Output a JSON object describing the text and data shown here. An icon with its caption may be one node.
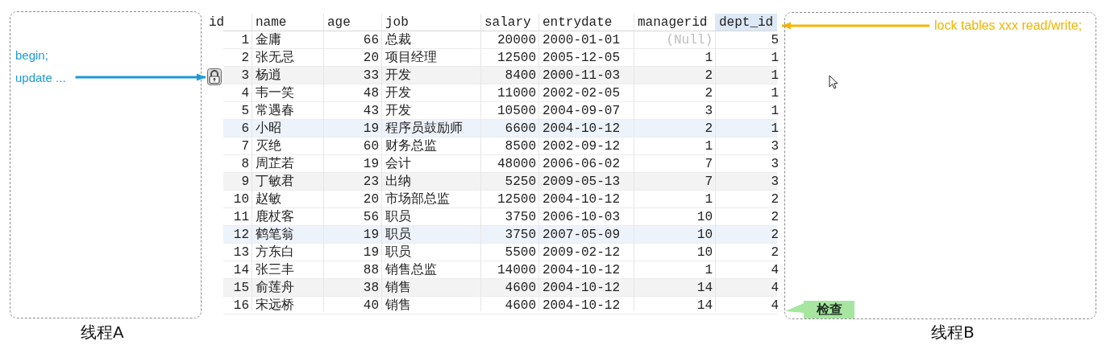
{
  "diagram": {
    "nodes": [
      {
        "text": [
          "线程A"
        ]
      },
      {
        "text": [
          "begin;",
          "update ..."
        ],
        "in": 0
      },
      {
        "text": [],
        "shape": "table"
      },
      {
        "text": [
          "线程B"
        ]
      },
      {
        "text": [
          "lock tables xxx read/write;"
        ],
        "in": 3
      },
      {
        "text": [
          "检查"
        ],
        "in": 3
      }
    ],
    "edges": [
      {
        "from": 1,
        "to": 2,
        "arrow": "to",
        "color": "#1b9ad6"
      },
      {
        "from": 4,
        "to": 2,
        "arrow": "to",
        "color": "#f2b705"
      }
    ],
    "labels": [
      "id",
      "name",
      "age",
      "job",
      "salary",
      "entrydate",
      "managerid",
      "dept_id",
      "1",
      "金庸",
      "66",
      "总裁",
      "20000",
      "2000-01-01",
      "(Null)",
      "5",
      "2",
      "张无忌",
      "20",
      "项目经理",
      "12500",
      "2005-12-05",
      "1",
      "1",
      "3",
      "杨逍",
      "33",
      "开发",
      "8400",
      "2000-11-03",
      "2",
      "1",
      "4",
      "韦一笑",
      "48",
      "开发",
      "11000",
      "2002-02-05",
      "2",
      "1",
      "5",
      "常遇春",
      "43",
      "开发",
      "10500",
      "2004-09-07",
      "3",
      "1",
      "6",
      "小昭",
      "19",
      "程序员鼓励师",
      "6600",
      "2004-10-12",
      "2",
      "1",
      "7",
      "灭绝",
      "60",
      "财务总监",
      "8500",
      "2002-09-12",
      "1",
      "3",
      "8",
      "周芷若",
      "19",
      "会计",
      "48000",
      "2006-06-02",
      "7",
      "3",
      "9",
      "丁敏君",
      "23",
      "出纳",
      "5250",
      "2009-05-13",
      "7",
      "3",
      "10",
      "赵敏",
      "20",
      "市场部总监",
      "12500",
      "2004-10-12",
      "1",
      "2",
      "11",
      "鹿杖客",
      "56",
      "职员",
      "3750",
      "2006-10-03",
      "10",
      "2",
      "12",
      "鹤笔翁",
      "19",
      "职员",
      "3750",
      "2007-05-09",
      "10",
      "2",
      "13",
      "方东白",
      "19",
      "职员",
      "5500",
      "2009-02-12",
      "10",
      "2",
      "14",
      "张三丰",
      "88",
      "销售总监",
      "14000",
      "2004-10-12",
      "1",
      "4",
      "15",
      "俞莲舟",
      "38",
      "销售",
      "4600",
      "2004-10-12",
      "14",
      "4",
      "16",
      "宋远桥",
      "40",
      "销售",
      "4600",
      "2004-10-12",
      "14",
      "4"
    ]
  }
}
